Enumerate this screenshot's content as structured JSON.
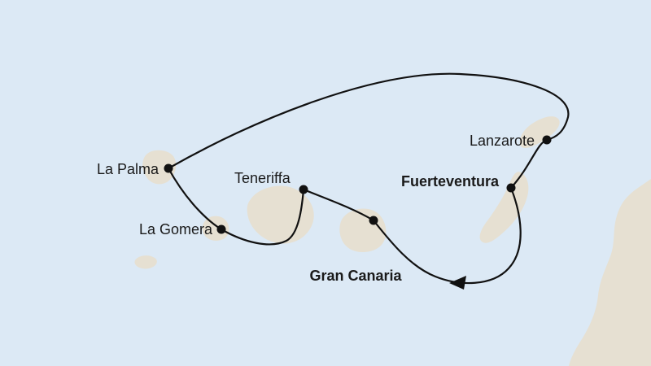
{
  "map": {
    "title": "Canary Islands cruise itinerary map",
    "colors": {
      "sea": "#dce9f5",
      "land": "#e6e0d2",
      "route": "#111111",
      "label": "#1a1a1a"
    },
    "ports": [
      {
        "name": "La Palma",
        "bold": false
      },
      {
        "name": "Teneriffa",
        "bold": false
      },
      {
        "name": "La Gomera",
        "bold": false
      },
      {
        "name": "Gran Canaria",
        "bold": true
      },
      {
        "name": "Fuerteventura",
        "bold": true
      },
      {
        "name": "Lanzarote",
        "bold": false
      }
    ],
    "route": {
      "direction_arrow": "west",
      "legs": [
        "La Palma - Lanzarote",
        "Lanzarote - Fuerteventura",
        "Fuerteventura - Gran Canaria",
        "Teneriffa - Gran Canaria",
        "La Gomera - Teneriffa",
        "La Palma - La Gomera"
      ]
    }
  }
}
